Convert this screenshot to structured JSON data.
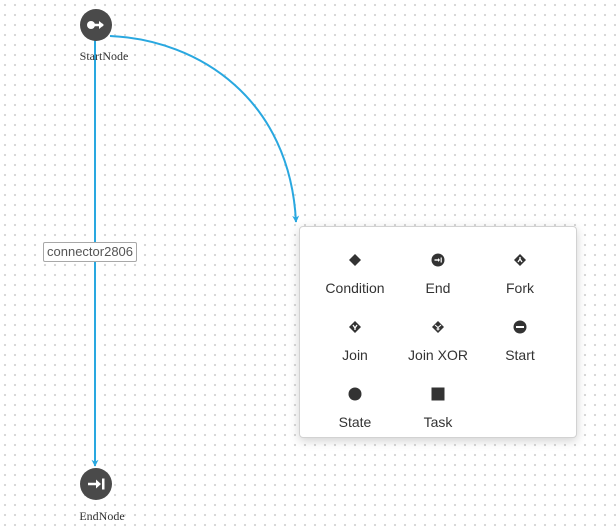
{
  "diagram": {
    "nodes": {
      "start": {
        "label": "StartNode",
        "icon": "start-arrow-icon"
      },
      "end": {
        "label": "EndNode",
        "icon": "end-arrow-icon"
      }
    },
    "connectors": [
      {
        "label": "connector2806",
        "from": "StartNode",
        "to": "EndNode"
      },
      {
        "label": "",
        "from": "StartNode",
        "to": "palette"
      }
    ],
    "colors": {
      "connector": "#29a8e0",
      "node": "#4a4a4a",
      "icon": "#333333"
    }
  },
  "palette": {
    "items": [
      {
        "label": "Condition",
        "icon": "condition-diamond-icon"
      },
      {
        "label": "End",
        "icon": "end-node-icon"
      },
      {
        "label": "Fork",
        "icon": "fork-icon"
      },
      {
        "label": "Join",
        "icon": "join-icon"
      },
      {
        "label": "Join XOR",
        "icon": "join-xor-icon"
      },
      {
        "label": "Start",
        "icon": "start-node-icon"
      },
      {
        "label": "State",
        "icon": "state-circle-icon"
      },
      {
        "label": "Task",
        "icon": "task-square-icon"
      }
    ]
  }
}
